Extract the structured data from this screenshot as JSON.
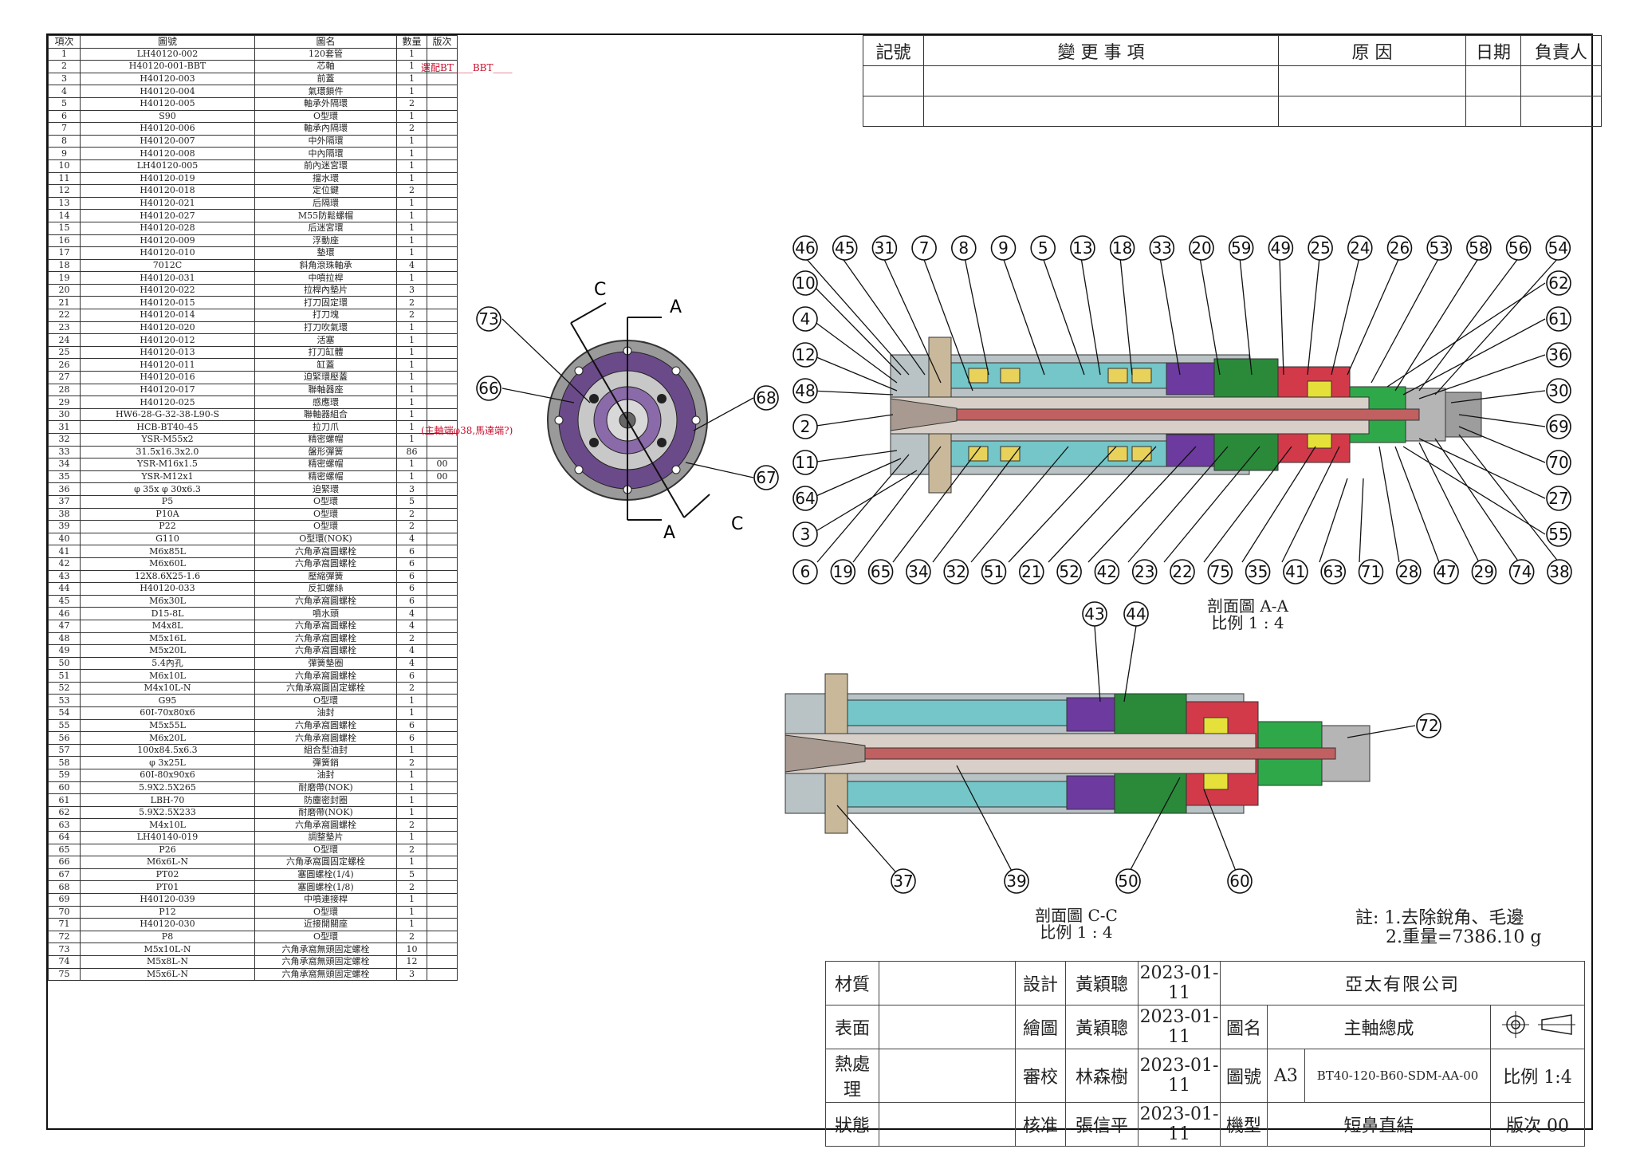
{
  "bom": {
    "headers": [
      "項次",
      "圖號",
      "圖名",
      "數量",
      "版次"
    ],
    "rows": [
      [
        "1",
        "LH40120-002",
        "120套管",
        "1",
        ""
      ],
      [
        "2",
        "H40120-001-BBT",
        "芯軸",
        "1",
        ""
      ],
      [
        "3",
        "H40120-003",
        "前蓋",
        "1",
        ""
      ],
      [
        "4",
        "H40120-004",
        "氣環鎖件",
        "1",
        ""
      ],
      [
        "5",
        "H40120-005",
        "軸承外隔環",
        "2",
        ""
      ],
      [
        "6",
        "S90",
        "O型環",
        "1",
        ""
      ],
      [
        "7",
        "H40120-006",
        "軸承內隔環",
        "2",
        ""
      ],
      [
        "8",
        "H40120-007",
        "中外隔環",
        "1",
        ""
      ],
      [
        "9",
        "H40120-008",
        "中內隔環",
        "1",
        ""
      ],
      [
        "10",
        "LH40120-005",
        "前內迷宮環",
        "1",
        ""
      ],
      [
        "11",
        "H40120-019",
        "擋水環",
        "1",
        ""
      ],
      [
        "12",
        "H40120-018",
        "定位鍵",
        "2",
        ""
      ],
      [
        "13",
        "H40120-021",
        "后隔環",
        "1",
        ""
      ],
      [
        "14",
        "H40120-027",
        "M55防鬆螺帽",
        "1",
        ""
      ],
      [
        "15",
        "H40120-028",
        "后迷宮環",
        "1",
        ""
      ],
      [
        "16",
        "H40120-009",
        "浮動座",
        "1",
        ""
      ],
      [
        "17",
        "H40120-010",
        "墊環",
        "1",
        ""
      ],
      [
        "18",
        "7012C",
        "斜角滾珠軸承",
        "4",
        ""
      ],
      [
        "19",
        "H40120-031",
        "中噴拉桿",
        "1",
        ""
      ],
      [
        "20",
        "H40120-022",
        "拉桿內墊片",
        "3",
        ""
      ],
      [
        "21",
        "H40120-015",
        "打刀固定環",
        "2",
        ""
      ],
      [
        "22",
        "H40120-014",
        "打刀塊",
        "2",
        ""
      ],
      [
        "23",
        "H40120-020",
        "打刀吹氣環",
        "1",
        ""
      ],
      [
        "24",
        "H40120-012",
        "活塞",
        "1",
        ""
      ],
      [
        "25",
        "H40120-013",
        "打刀缸體",
        "1",
        ""
      ],
      [
        "26",
        "H40120-011",
        "缸蓋",
        "1",
        ""
      ],
      [
        "27",
        "H40120-016",
        "迫緊環壓蓋",
        "1",
        ""
      ],
      [
        "28",
        "H40120-017",
        "聯軸器座",
        "1",
        ""
      ],
      [
        "29",
        "H40120-025",
        "感應環",
        "1",
        ""
      ],
      [
        "30",
        "HW6-28-G-32-38-L90-S",
        "聯軸器組合",
        "1",
        ""
      ],
      [
        "31",
        "HCB-BT40-45",
        "拉刀爪",
        "1",
        ""
      ],
      [
        "32",
        "YSR-M55x2",
        "精密螺帽",
        "1",
        ""
      ],
      [
        "33",
        "31.5x16.3x2.0",
        "盤形彈簧",
        "86",
        ""
      ],
      [
        "34",
        "YSR-M16x1.5",
        "精密螺帽",
        "1",
        "00"
      ],
      [
        "35",
        "YSR-M12x1",
        "精密螺帽",
        "1",
        "00"
      ],
      [
        "36",
        "φ 35x φ 30x6.3",
        "迫緊環",
        "3",
        ""
      ],
      [
        "37",
        "P5",
        "O型環",
        "5",
        ""
      ],
      [
        "38",
        "P10A",
        "O型環",
        "2",
        ""
      ],
      [
        "39",
        "P22",
        "O型環",
        "2",
        ""
      ],
      [
        "40",
        "G110",
        "O型環(NOK)",
        "4",
        ""
      ],
      [
        "41",
        "M6x85L",
        "六角承窩圓螺栓",
        "6",
        ""
      ],
      [
        "42",
        "M6x60L",
        "六角承窩圓螺栓",
        "6",
        ""
      ],
      [
        "43",
        "12X8.6X25-1.6",
        "壓縮彈簧",
        "6",
        ""
      ],
      [
        "44",
        "H40120-033",
        "反扣螺絲",
        "6",
        ""
      ],
      [
        "45",
        "M6x30L",
        "六角承窩圓螺栓",
        "6",
        ""
      ],
      [
        "46",
        "D15-8L",
        "噴水頭",
        "4",
        ""
      ],
      [
        "47",
        "M4x8L",
        "六角承窩圓螺栓",
        "4",
        ""
      ],
      [
        "48",
        "M5x16L",
        "六角承窩圓螺栓",
        "2",
        ""
      ],
      [
        "49",
        "M5x20L",
        "六角承窩圓螺栓",
        "4",
        ""
      ],
      [
        "50",
        "5.4內孔",
        "彈簧墊圈",
        "4",
        ""
      ],
      [
        "51",
        "M6x10L",
        "六角承窩圓螺栓",
        "6",
        ""
      ],
      [
        "52",
        "M4x10L-N",
        "六角承窩圓固定螺栓",
        "2",
        ""
      ],
      [
        "53",
        "G95",
        "O型環",
        "1",
        ""
      ],
      [
        "54",
        "60I-70x80x6",
        "油封",
        "1",
        ""
      ],
      [
        "55",
        "M5x55L",
        "六角承窩圓螺栓",
        "6",
        ""
      ],
      [
        "56",
        "M6x20L",
        "六角承窩圓螺栓",
        "6",
        ""
      ],
      [
        "57",
        "100x84.5x6.3",
        "組合型油封",
        "1",
        ""
      ],
      [
        "58",
        "φ 3x25L",
        "彈簧銷",
        "2",
        ""
      ],
      [
        "59",
        "60I-80x90x6",
        "油封",
        "1",
        ""
      ],
      [
        "60",
        "5.9X2.5X265",
        "耐磨帶(NOK)",
        "1",
        ""
      ],
      [
        "61",
        "LBH-70",
        "防塵密封圈",
        "1",
        ""
      ],
      [
        "62",
        "5.9X2.5X233",
        "耐磨帶(NOK)",
        "1",
        ""
      ],
      [
        "63",
        "M4x10L",
        "六角承窩圓螺栓",
        "2",
        ""
      ],
      [
        "64",
        "LH40140-019",
        "調整墊片",
        "1",
        ""
      ],
      [
        "65",
        "P26",
        "O型環",
        "2",
        ""
      ],
      [
        "66",
        "M6x6L-N",
        "六角承窩圓固定螺栓",
        "1",
        ""
      ],
      [
        "67",
        "PT02",
        "塞圓螺栓(1/4)",
        "5",
        ""
      ],
      [
        "68",
        "PT01",
        "塞圓螺栓(1/8)",
        "2",
        ""
      ],
      [
        "69",
        "H40120-039",
        "中噴連接桿",
        "1",
        ""
      ],
      [
        "70",
        "P12",
        "O型環",
        "1",
        ""
      ],
      [
        "71",
        "H40120-030",
        "近接開關座",
        "1",
        ""
      ],
      [
        "72",
        "P8",
        "O型環",
        "2",
        ""
      ],
      [
        "73",
        "M5x10L-N",
        "六角承窩無頭固定螺栓",
        "10",
        ""
      ],
      [
        "74",
        "M5x8L-N",
        "六角承窩無頭固定螺栓",
        "12",
        ""
      ],
      [
        "75",
        "M5x6L-N",
        "六角承窩無頭固定螺栓",
        "3",
        ""
      ]
    ]
  },
  "red_notes": {
    "bbt_note": "選配BT____BBT____",
    "coupling_note": "(主軸端φ38,馬達端?)"
  },
  "revision": {
    "headers": [
      "記號",
      "變 更 事 項",
      "原 因",
      "日期",
      "負責人"
    ]
  },
  "views": {
    "section_aa_title": "剖面圖 A-A",
    "section_aa_scale": "比例 1 : 4",
    "section_cc_title": "剖面圖 C-C",
    "section_cc_scale": "比例 1 : 4",
    "cut_label_a": "A",
    "cut_label_c": "C",
    "top_balloons": [
      "46",
      "45",
      "31",
      "7",
      "8",
      "9",
      "5",
      "13",
      "18",
      "33",
      "20",
      "59",
      "49",
      "25",
      "24",
      "26",
      "53",
      "58",
      "56",
      "54"
    ],
    "bottom_balloons": [
      "6",
      "19",
      "65",
      "34",
      "32",
      "51",
      "21",
      "52",
      "42",
      "23",
      "22",
      "75",
      "35",
      "41",
      "63",
      "71",
      "28",
      "47",
      "29",
      "74",
      "38"
    ],
    "left_balloons": [
      "10",
      "4",
      "12",
      "48",
      "2",
      "11",
      "64",
      "3"
    ],
    "right_balloons": [
      "62",
      "61",
      "36",
      "30",
      "69",
      "70",
      "27",
      "55"
    ],
    "end_view_balloons": [
      "73",
      "66",
      "68",
      "67"
    ],
    "cc_balloons_top": [
      "43",
      "44"
    ],
    "cc_balloons_bottom": [
      "37",
      "39",
      "50",
      "60"
    ],
    "cc_balloon_right": "72"
  },
  "notes": {
    "line1": "註: 1.去除銳角、毛邊",
    "line2": "2.重量=7386.10 g"
  },
  "title_block": {
    "material_label": "材質",
    "surface_label": "表面",
    "heat_label": "熱處理",
    "status_label": "狀態",
    "design_label": "設計",
    "drawing_label": "繪圖",
    "check_label": "審校",
    "approve_label": "核准",
    "designer": "黃穎聰",
    "drafter": "黃穎聰",
    "checker": "林森樹",
    "approver": "張信平",
    "date1": "2023-01-11",
    "date2": "2023-01-11",
    "date3": "2023-01-11",
    "date4": "2023-01-11",
    "company": "亞太有限公司",
    "name_label": "圖名",
    "name_value": "主軸總成",
    "number_label": "圖號",
    "sheet_size": "A3",
    "number_value": "BT40-120-B60-SDM-AA-00",
    "scale_label": "比例",
    "scale_value": "1:4",
    "model_label": "機型",
    "model_value": "短鼻直結",
    "version_label": "版次",
    "version_value": "00"
  }
}
